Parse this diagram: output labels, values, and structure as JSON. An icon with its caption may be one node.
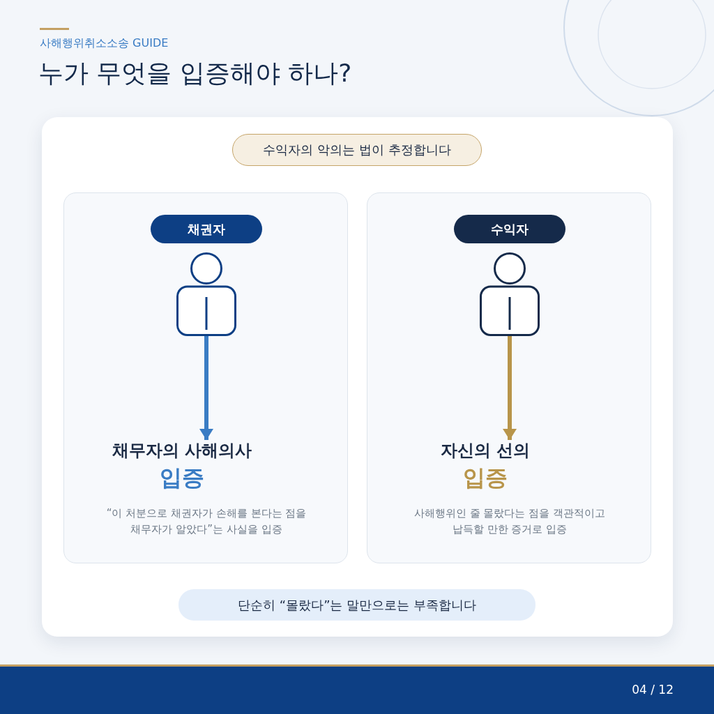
{
  "diagram": {
    "title": "누가 무엇을 입증해야 하나?",
    "nodes": [
      {
        "text": [
          "수익자의 악의는 법이 추정합니다"
        ]
      },
      {
        "text": [],
        "shape": "box"
      },
      {
        "text": [
          "채권자"
        ],
        "in": 1
      },
      {
        "text": [],
        "shape": "person",
        "in": 1
      },
      {
        "text": [
          "채무자의 사해의사",
          "입증",
          "“이 처분으로 채권자가 손해를 본다는 점을 채무자가 알았다”는 사실을 입증"
        ],
        "in": 1
      },
      {
        "text": [],
        "shape": "box"
      },
      {
        "text": [
          "수익자"
        ],
        "in": 5
      },
      {
        "text": [],
        "shape": "person",
        "in": 5
      },
      {
        "text": [
          "자신의 선의",
          "입증",
          "사해행위인 줄 몰랐다는 점을 객관적이고 납득할 만한 증거로 입증"
        ],
        "in": 5
      },
      {
        "text": [
          "단순히 “몰랐다”는 말만으로는 부족합니다"
        ]
      }
    ],
    "edges": [
      {
        "from": 3,
        "to": 4,
        "arrow": "to",
        "color": "#3a7cc4"
      },
      {
        "from": 7,
        "to": 8,
        "arrow": "to",
        "color": "#b8954a"
      }
    ],
    "labels": [
      "사해행위취소소송 GUIDE",
      "04 / 12"
    ]
  }
}
